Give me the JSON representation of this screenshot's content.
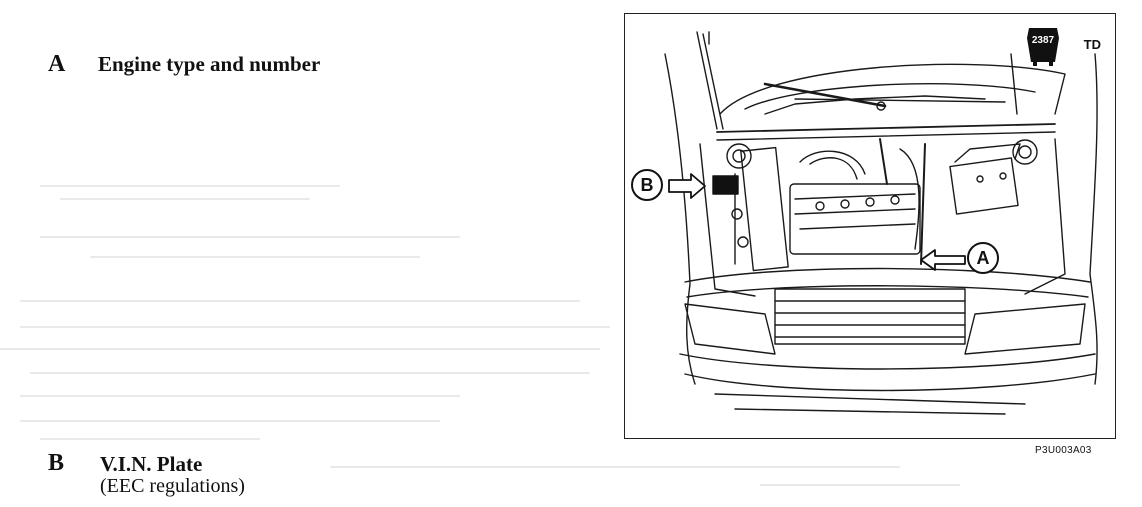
{
  "section_a": {
    "letter": "A",
    "title": "Engine type and number"
  },
  "section_b": {
    "letter": "B",
    "title": "V.I.N. Plate",
    "subtitle": "(EEC regulations)"
  },
  "figure": {
    "badge_number": "2387",
    "badge_suffix": "TD",
    "callout_a": "A",
    "callout_b": "B",
    "reference_code": "P3U003A03",
    "badge_icon": "gearbox-badge-icon",
    "arrow_icon": "pointer-arrow-icon"
  }
}
